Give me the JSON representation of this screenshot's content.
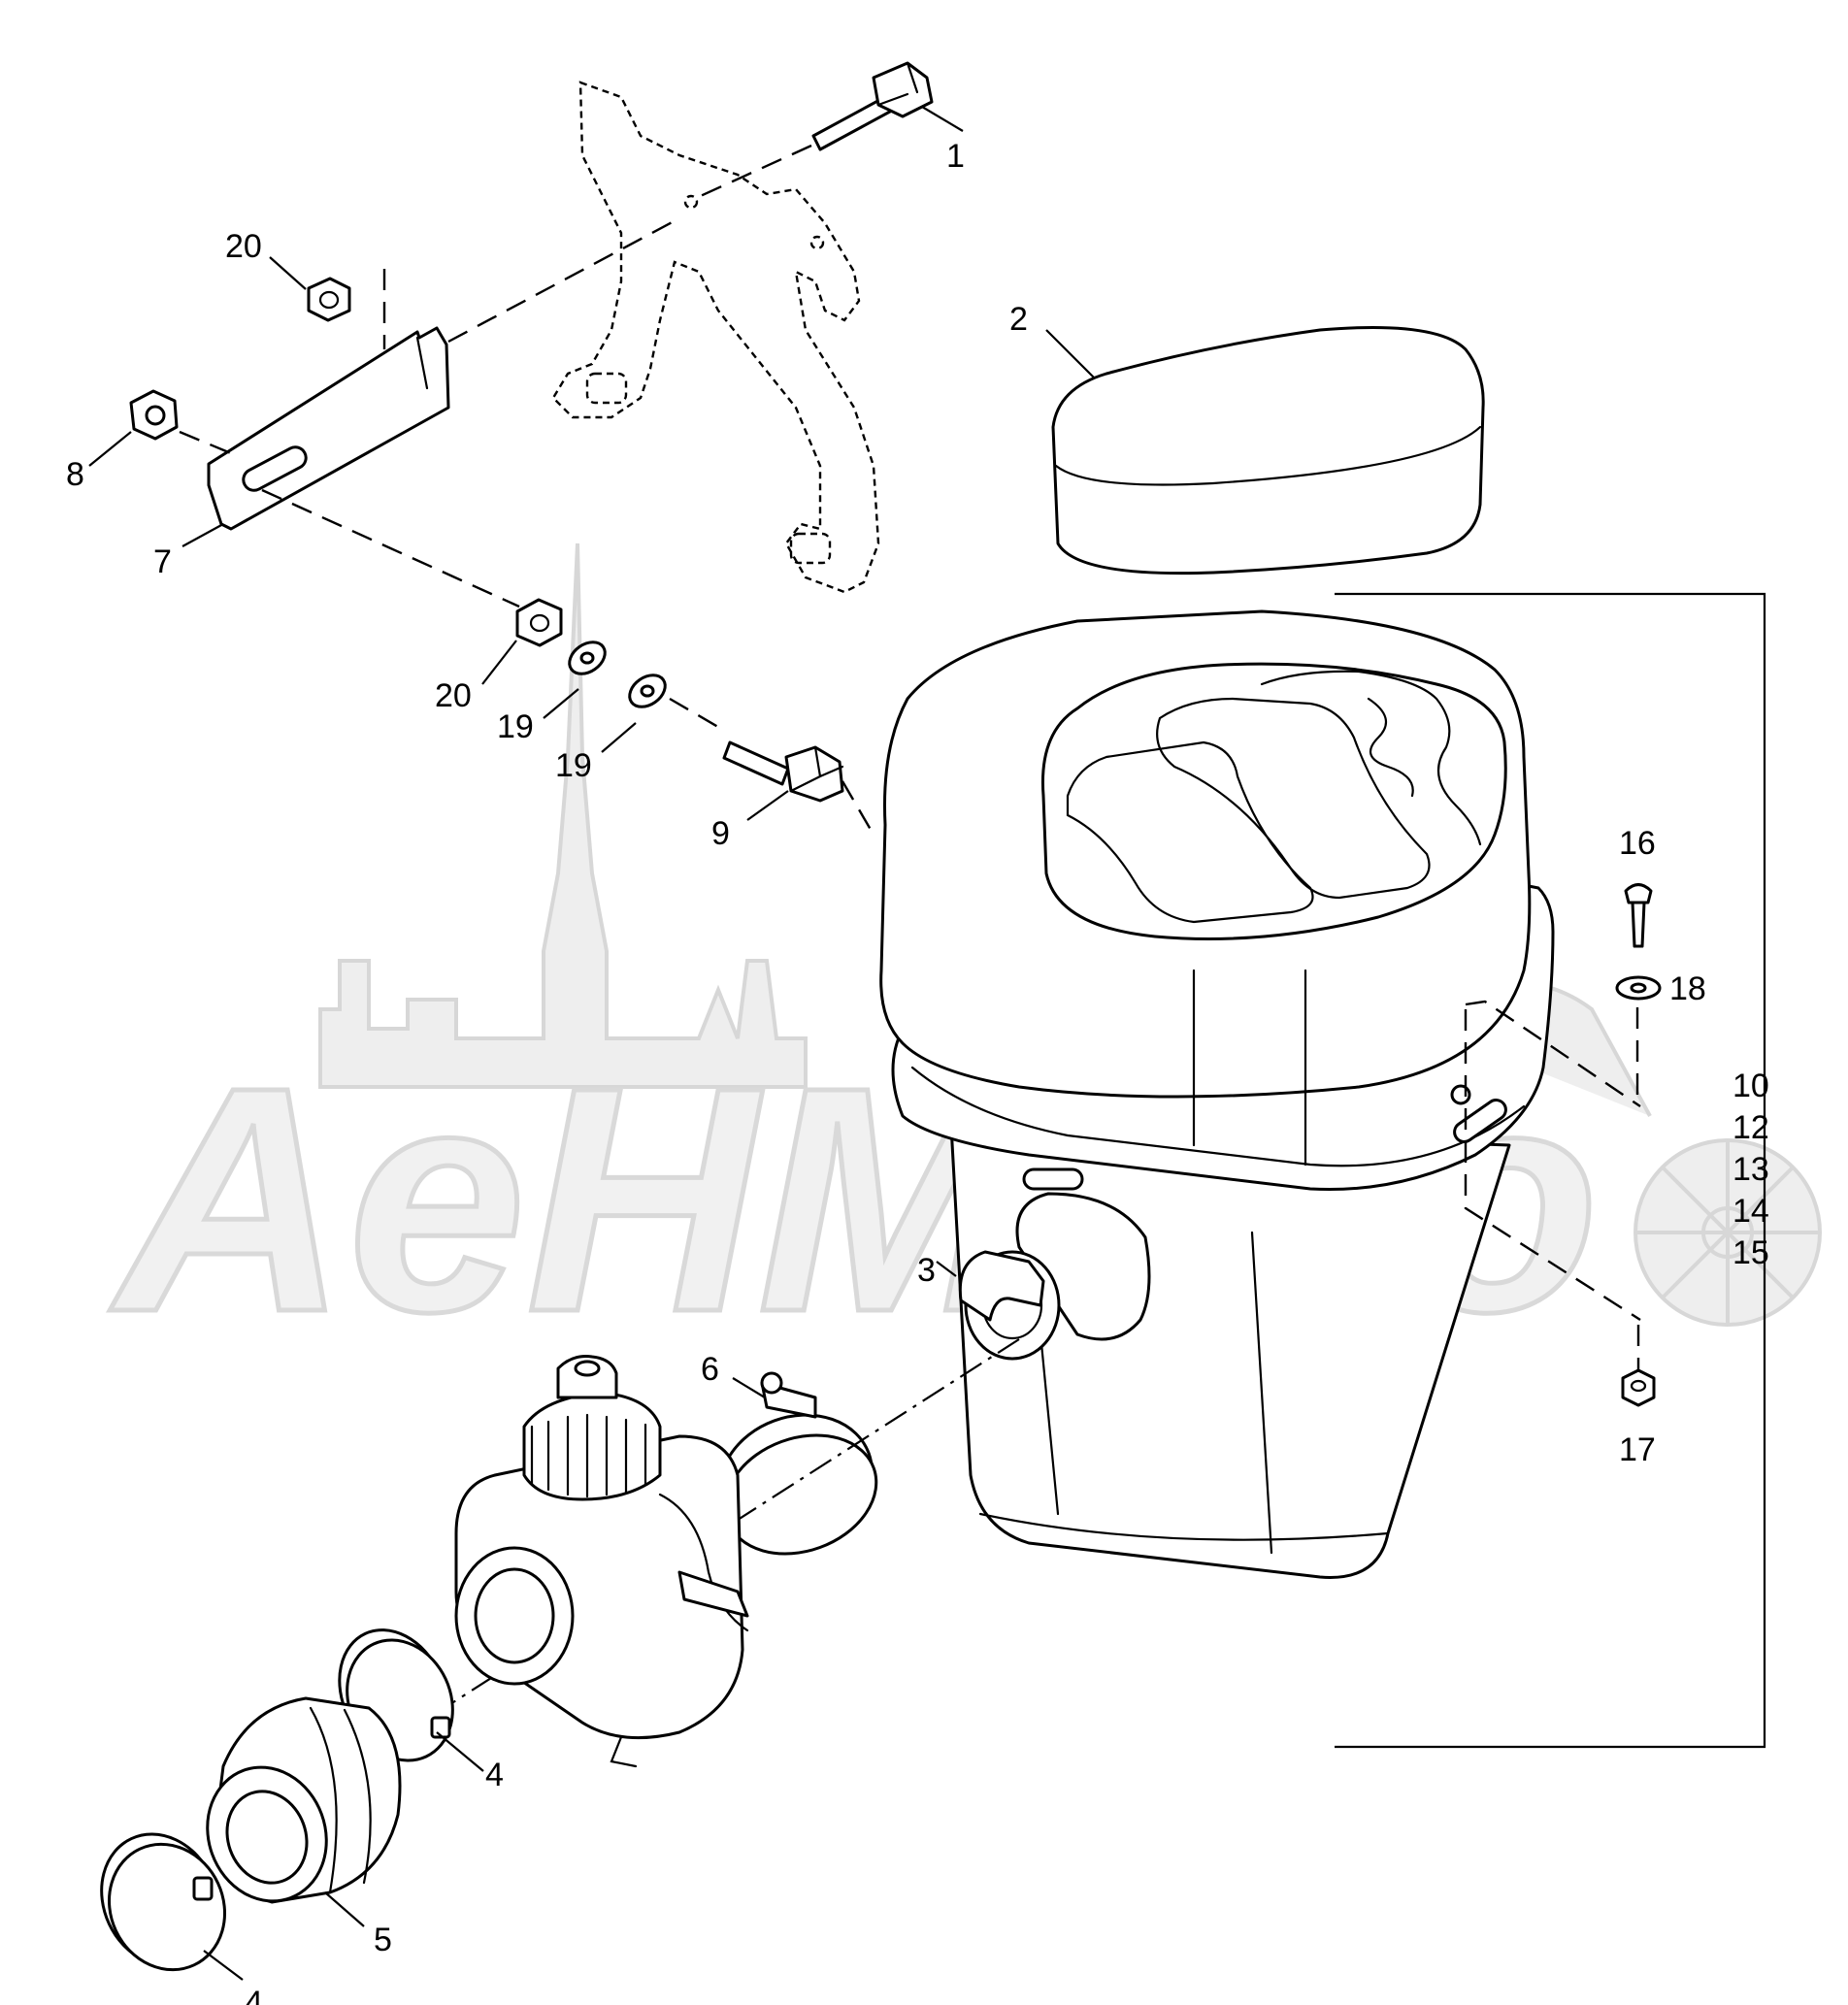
{
  "watermark": {
    "text": "AeHMoTo"
  },
  "callouts": {
    "c1": "1",
    "c2": "2",
    "c3": "3",
    "c4a": "4",
    "c4b": "4",
    "c5": "5",
    "c6": "6",
    "c7": "7",
    "c8": "8",
    "c9": "9",
    "c10": "10",
    "c12": "12",
    "c13": "13",
    "c14": "14",
    "c15": "15",
    "c16": "16",
    "c17": "17",
    "c18": "18",
    "c19a": "19",
    "c19b": "19",
    "c20a": "20",
    "c20b": "20"
  },
  "colors": {
    "line": "#000000",
    "background": "#ffffff",
    "watermark": "#e6e6e6"
  }
}
